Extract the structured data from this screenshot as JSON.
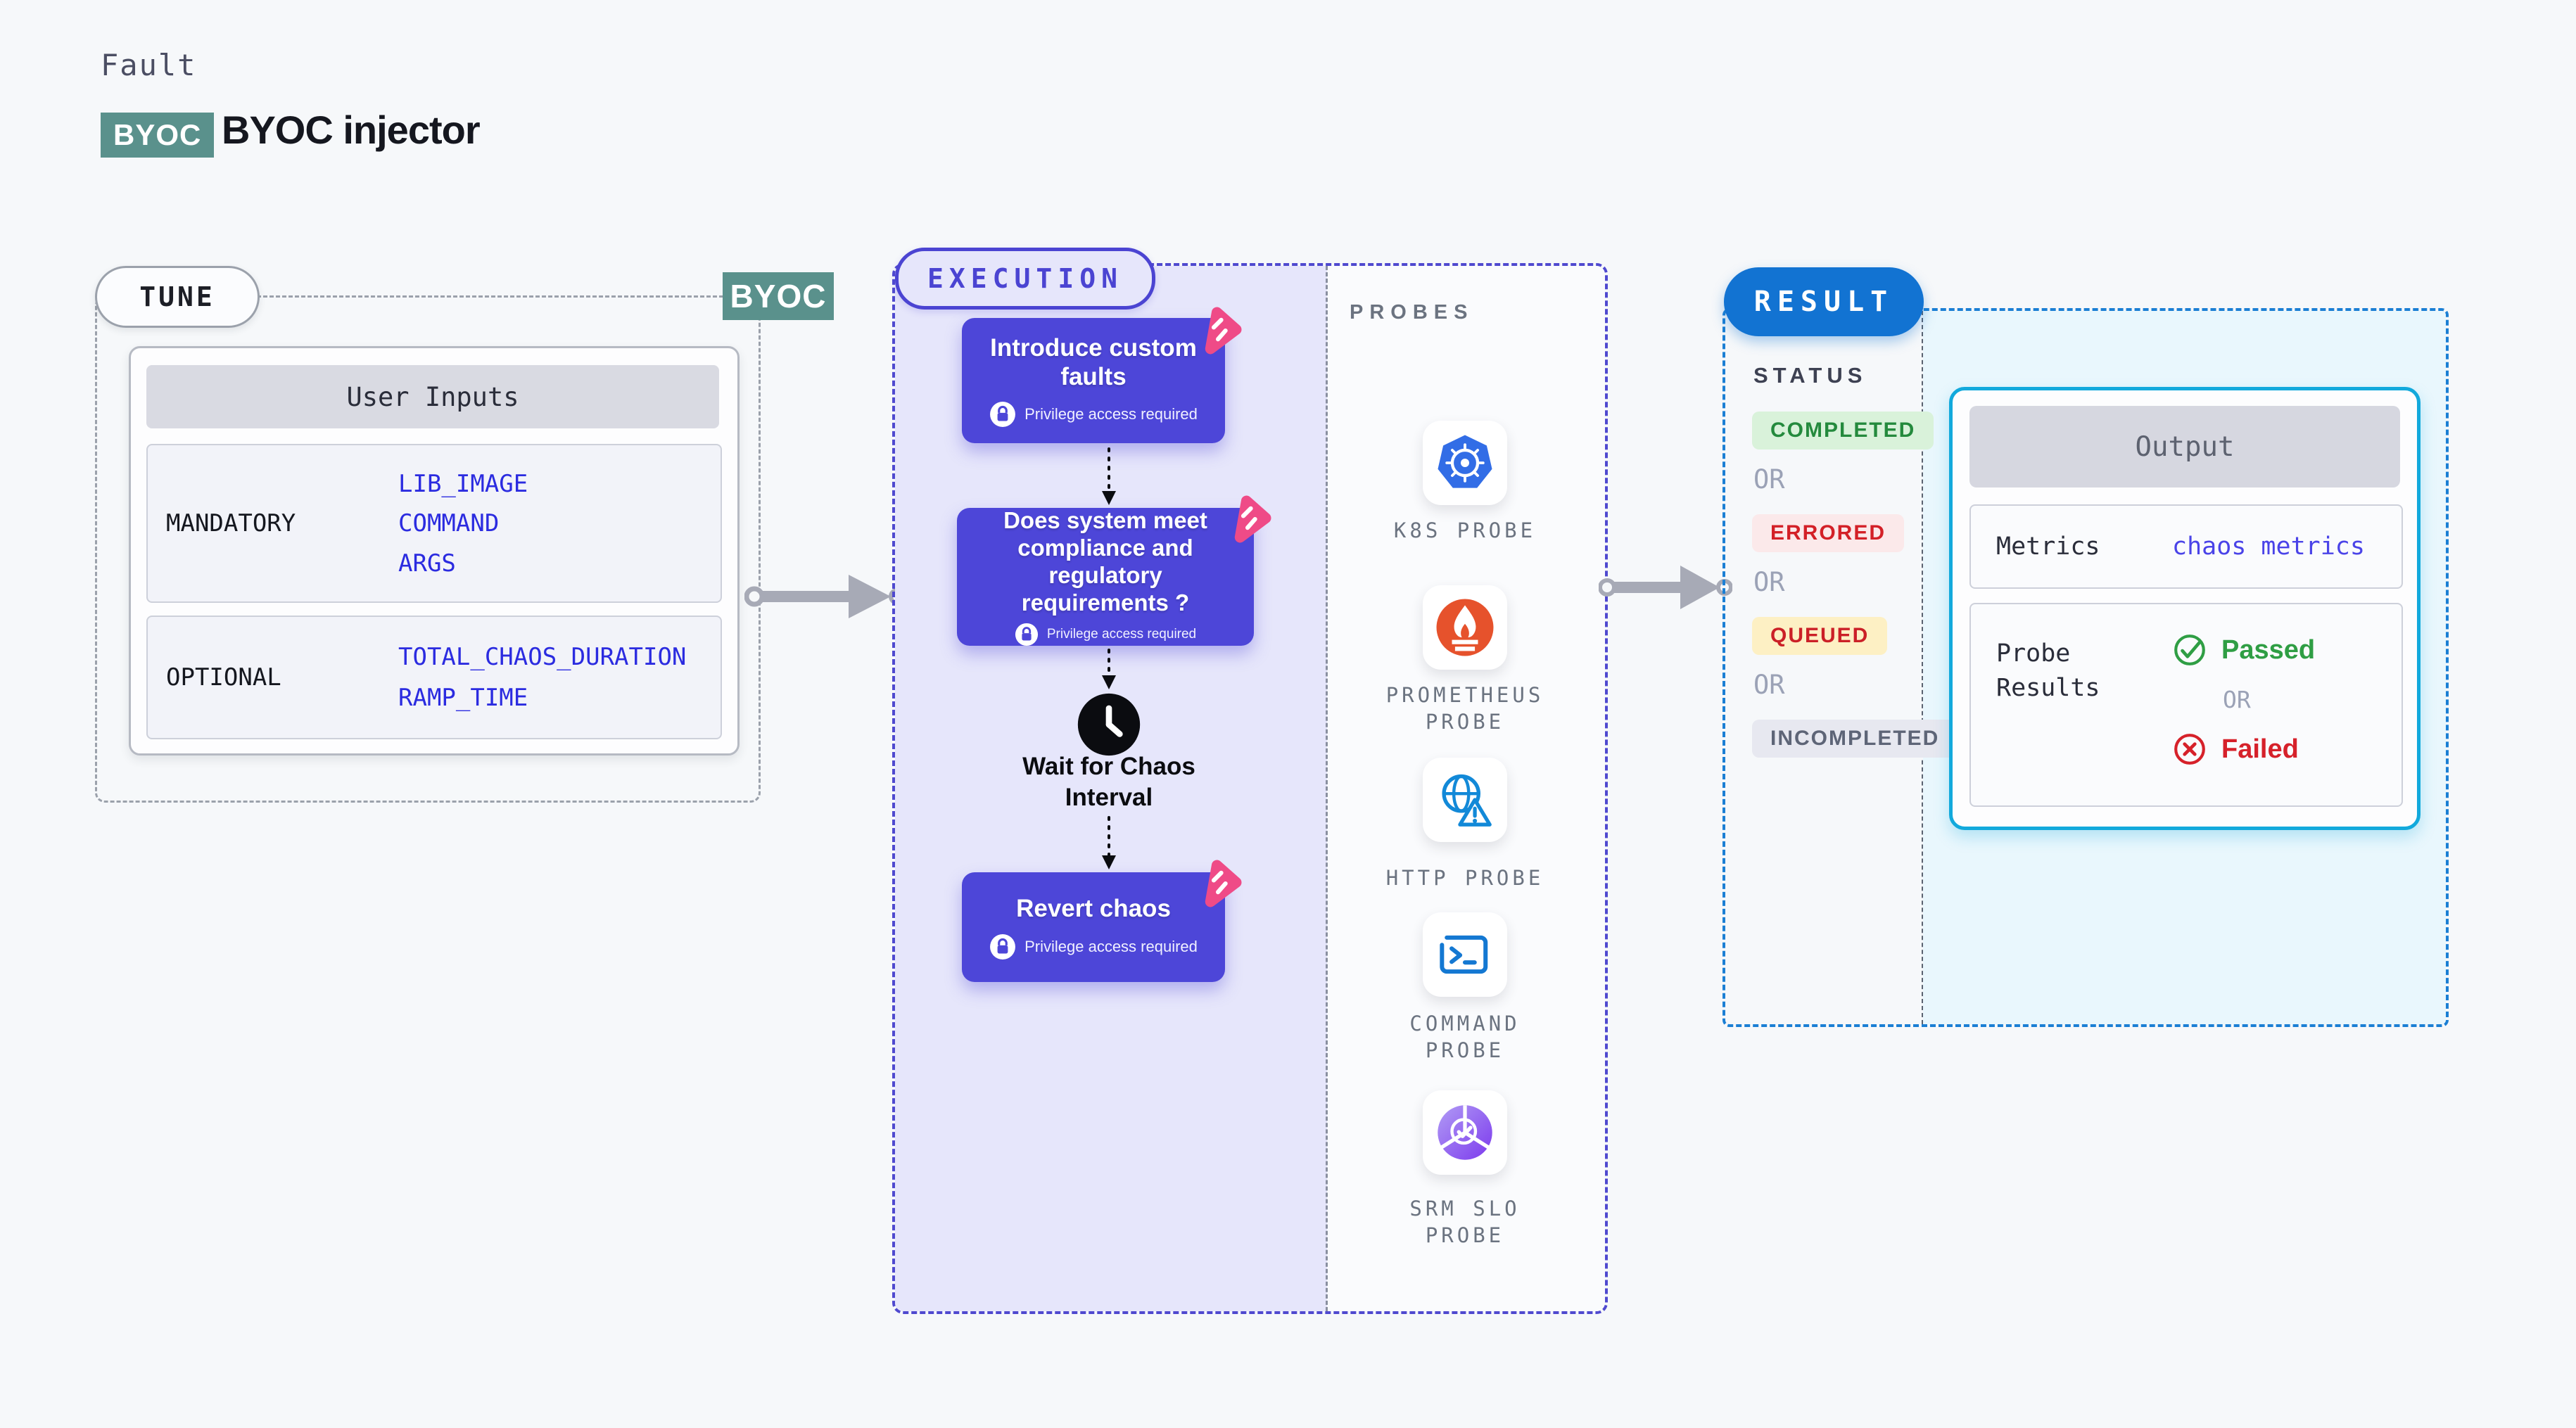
{
  "header": {
    "kicker": "Fault",
    "badge": "BYOC",
    "title": "BYOC injector"
  },
  "tune": {
    "pill": "TUNE",
    "byoc_tag": "BYOC",
    "table": {
      "header": "User Inputs",
      "rows": [
        {
          "label": "MANDATORY",
          "values": [
            "LIB_IMAGE",
            "COMMAND",
            "ARGS"
          ]
        },
        {
          "label": "OPTIONAL",
          "values": [
            "TOTAL_CHAOS_DURATION",
            "RAMP_TIME"
          ]
        }
      ]
    }
  },
  "execution": {
    "pill": "EXECUTION",
    "privilege_note": "Privilege access required",
    "cards": [
      {
        "title": "Introduce custom faults"
      },
      {
        "title": "Does system meet compliance and regulatory requirements ?"
      },
      {
        "title": "Revert chaos"
      }
    ],
    "wait_label": "Wait for Chaos Interval"
  },
  "probes": {
    "title": "PROBES",
    "items": [
      {
        "label": "K8S PROBE",
        "icon": "kubernetes-icon"
      },
      {
        "label": "PROMETHEUS\nPROBE",
        "icon": "prometheus-icon"
      },
      {
        "label": "HTTP PROBE",
        "icon": "http-globe-icon"
      },
      {
        "label": "COMMAND\nPROBE",
        "icon": "terminal-icon"
      },
      {
        "label": "SRM SLO\nPROBE",
        "icon": "srm-slo-icon"
      }
    ]
  },
  "result": {
    "pill": "RESULT",
    "status_title": "STATUS",
    "or": "OR",
    "statuses": [
      {
        "label": "COMPLETED",
        "state": "completed",
        "text_color": "#248a3d",
        "bg_color": "#d9f2da"
      },
      {
        "label": "ERRORED",
        "state": "errored",
        "text_color": "#d32027",
        "bg_color": "#fbe9ea"
      },
      {
        "label": "QUEUED",
        "state": "queued",
        "text_color": "#cb2027",
        "bg_color": "#fdf0c4"
      },
      {
        "label": "INCOMPLETED",
        "state": "incompleted",
        "text_color": "#5e6577",
        "bg_color": "#e7e8f0"
      }
    ],
    "output": {
      "header": "Output",
      "metrics_label": "Metrics",
      "metrics_value": "chaos metrics",
      "probe_results_label": "Probe Results",
      "passed": "Passed",
      "or": "OR",
      "failed": "Failed"
    }
  },
  "colors": {
    "teal_badge": "#5a918c",
    "card_purple": "#4d46d8",
    "execution_accent": "#4b44d2",
    "result_blue": "#1273d2",
    "output_border_cyan": "#12a9dc",
    "value_blue": "#2b2be0",
    "passed_green": "#2f9e44",
    "failed_red": "#d6212a",
    "arrow_gray": "#a7aab6",
    "litmus_pink": "#ef4b87"
  }
}
